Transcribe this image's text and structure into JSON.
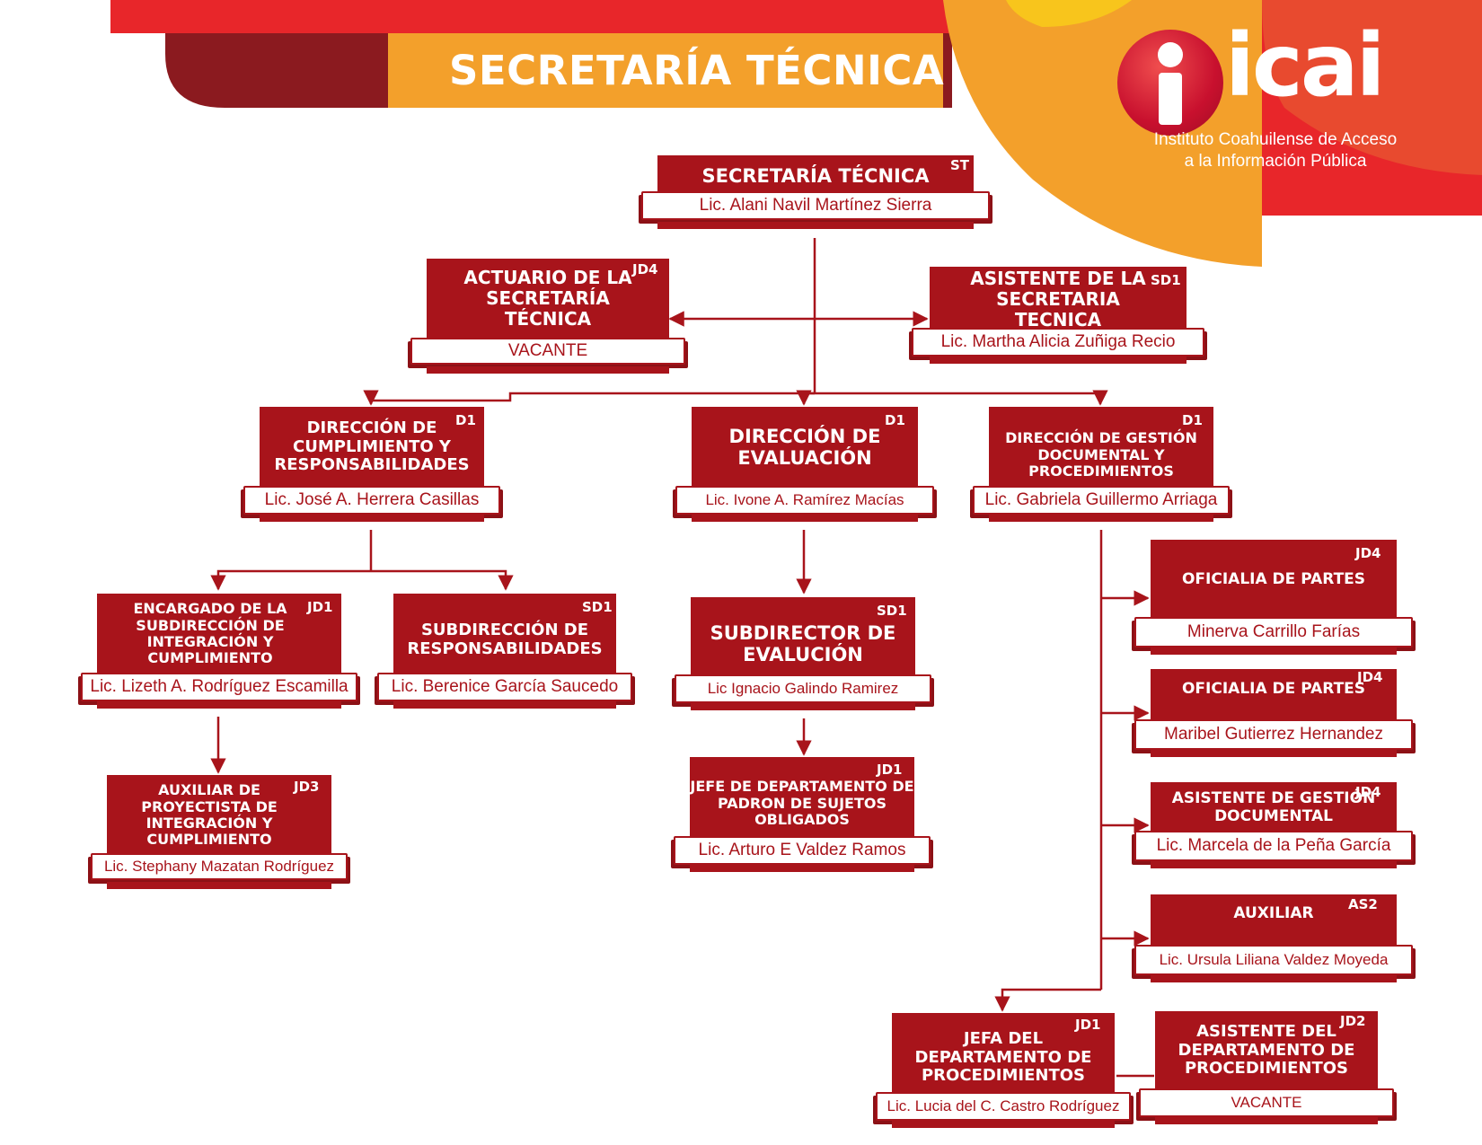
{
  "page": {
    "title": "SECRETARÍA TÉCNICA"
  },
  "logo": {
    "word": "icai",
    "line1": "Instituto Coahuilense de Acceso",
    "line2": "a la Información Pública"
  },
  "colors": {
    "box": "#a8141b",
    "box_dark": "#8c1116",
    "connector": "#a8141b",
    "band_top_left": "#8b1a1f",
    "band_red": "#e8262a",
    "band_orange": "#f3a02b"
  },
  "nodes": {
    "st": {
      "code": "ST",
      "title": "SECRETARÍA TÉCNICA",
      "name": "Lic. Alani Navil Martínez Sierra"
    },
    "act": {
      "code": "JD4",
      "title": "ACTUARIO DE LA SECRETARÍA TÉCNICA",
      "name": "VACANTE"
    },
    "asis": {
      "code": "SD1",
      "title": "ASISTENTE DE LA SECRETARIA TECNICA",
      "name": "Lic. Martha Alicia Zuñiga Recio"
    },
    "dcr": {
      "code": "D1",
      "title": "DIRECCIÓN DE CUMPLIMIENTO Y RESPONSABILIDADES",
      "name": "Lic. José A. Herrera Casillas"
    },
    "dev": {
      "code": "D1",
      "title": "DIRECCIÓN DE EVALUACIÓN",
      "name": "Lic. Ivone A. Ramírez Macías"
    },
    "dgd": {
      "code": "D1",
      "title": "DIRECCIÓN DE GESTIÓN DOCUMENTAL Y PROCEDIMIENTOS",
      "name": "Lic. Gabriela Guillermo Arriaga"
    },
    "esic": {
      "code": "JD1",
      "title": "ENCARGADO DE LA SUBDIRECCIÓN DE INTEGRACIÓN Y CUMPLIMIENTO",
      "name": "Lic. Lizeth A. Rodríguez Escamilla"
    },
    "sres": {
      "code": "SD1",
      "title": "SUBDIRECCIÓN DE RESPONSABILIDADES",
      "name": "Lic. Berenice García Saucedo"
    },
    "sev": {
      "code": "SD1",
      "title": "SUBDIRECTOR DE EVALUCIÓN",
      "name": "Lic Ignacio Galindo Ramirez"
    },
    "aux3": {
      "code": "JD3",
      "title": "AUXILIAR DE PROYECTISTA DE INTEGRACIÓN Y CUMPLIMIENTO",
      "name": "Lic. Stephany Mazatan Rodríguez"
    },
    "jpso": {
      "code": "JD1",
      "title": "JEFE DE DEPARTAMENTO DE PADRON DE SUJETOS OBLIGADOS",
      "name": "Lic. Arturo E Valdez Ramos"
    },
    "of1": {
      "code": "JD4",
      "title": "OFICIALIA DE PARTES",
      "name": "Minerva Carrillo Farías"
    },
    "of2": {
      "code": "JD4",
      "title": "OFICIALIA DE PARTES",
      "name": "Maribel Gutierrez Hernandez"
    },
    "agd": {
      "code": "JD4",
      "title": "ASISTENTE DE GESTIÓN DOCUMENTAL",
      "name": "Lic. Marcela de la Peña García"
    },
    "auxa": {
      "code": "AS2",
      "title": "AUXILIAR",
      "name": "Lic. Ursula Liliana Valdez Moyeda"
    },
    "jdp": {
      "code": "JD1",
      "title": "JEFA DEL DEPARTAMENTO DE PROCEDIMIENTOS",
      "name": "Lic. Lucia del C. Castro Rodríguez"
    },
    "adp": {
      "code": "JD2",
      "title": "ASISTENTE DEL DEPARTAMENTO DE PROCEDIMIENTOS",
      "name": "VACANTE"
    }
  }
}
